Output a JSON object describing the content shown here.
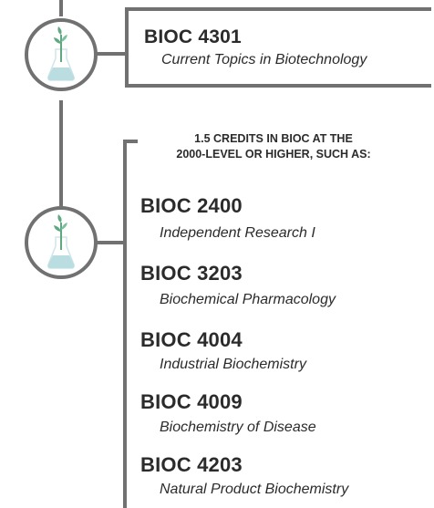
{
  "top_course": {
    "code": "BIOC 4301",
    "title": "Current Topics in Biotechnology"
  },
  "group": {
    "heading_line1": "1.5 CREDITS IN BIOC AT THE",
    "heading_line2": "2000-LEVEL OR HIGHER, SUCH AS:",
    "courses": [
      {
        "code": "BIOC 2400",
        "title": "Independent Research I"
      },
      {
        "code": "BIOC 3203",
        "title": "Biochemical Pharmacology"
      },
      {
        "code": "BIOC 4004",
        "title": "Industrial Biochemistry"
      },
      {
        "code": "BIOC 4009",
        "title": "Biochemistry of Disease"
      },
      {
        "code": "BIOC 4203",
        "title": "Natural Product Biochemistry"
      }
    ]
  },
  "icons": [
    "flask-sprout-icon",
    "flask-sprout-icon"
  ],
  "colors": {
    "line": "#717171",
    "text": "#2b2b2b",
    "liquid": "#b9dde0",
    "leaf": "#5fa882"
  }
}
